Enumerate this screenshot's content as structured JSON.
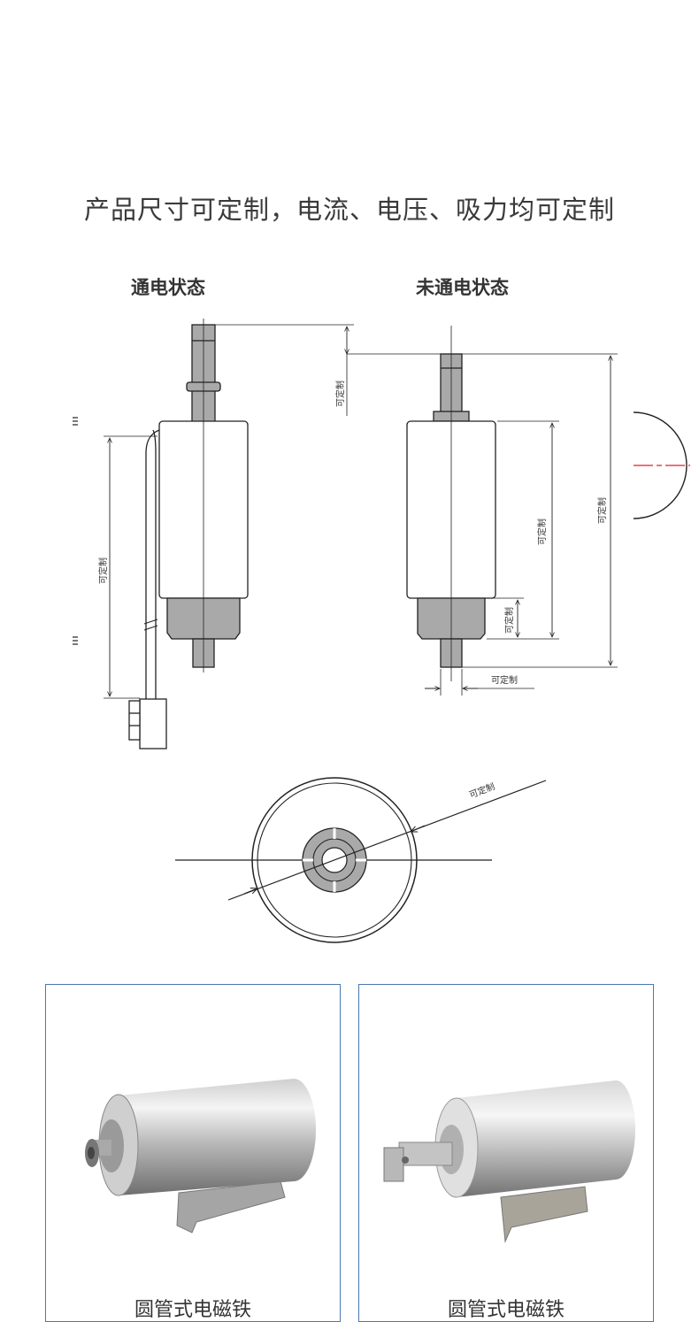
{
  "headline": "产品尺寸可定制，电流、电压、吸力均可定制",
  "drawing": {
    "powered_state_label": "通电状态",
    "unpowered_state_label": "未通电状态",
    "dimension_label": "可定制"
  },
  "products": [
    {
      "caption": "圆管式电磁铁"
    },
    {
      "caption": "圆管式电磁铁"
    }
  ],
  "colors": {
    "line": "#222222",
    "plunger_fill": "#a9a9a9",
    "centerline_red": "#d9232a",
    "card_border": "#4a78b0"
  }
}
